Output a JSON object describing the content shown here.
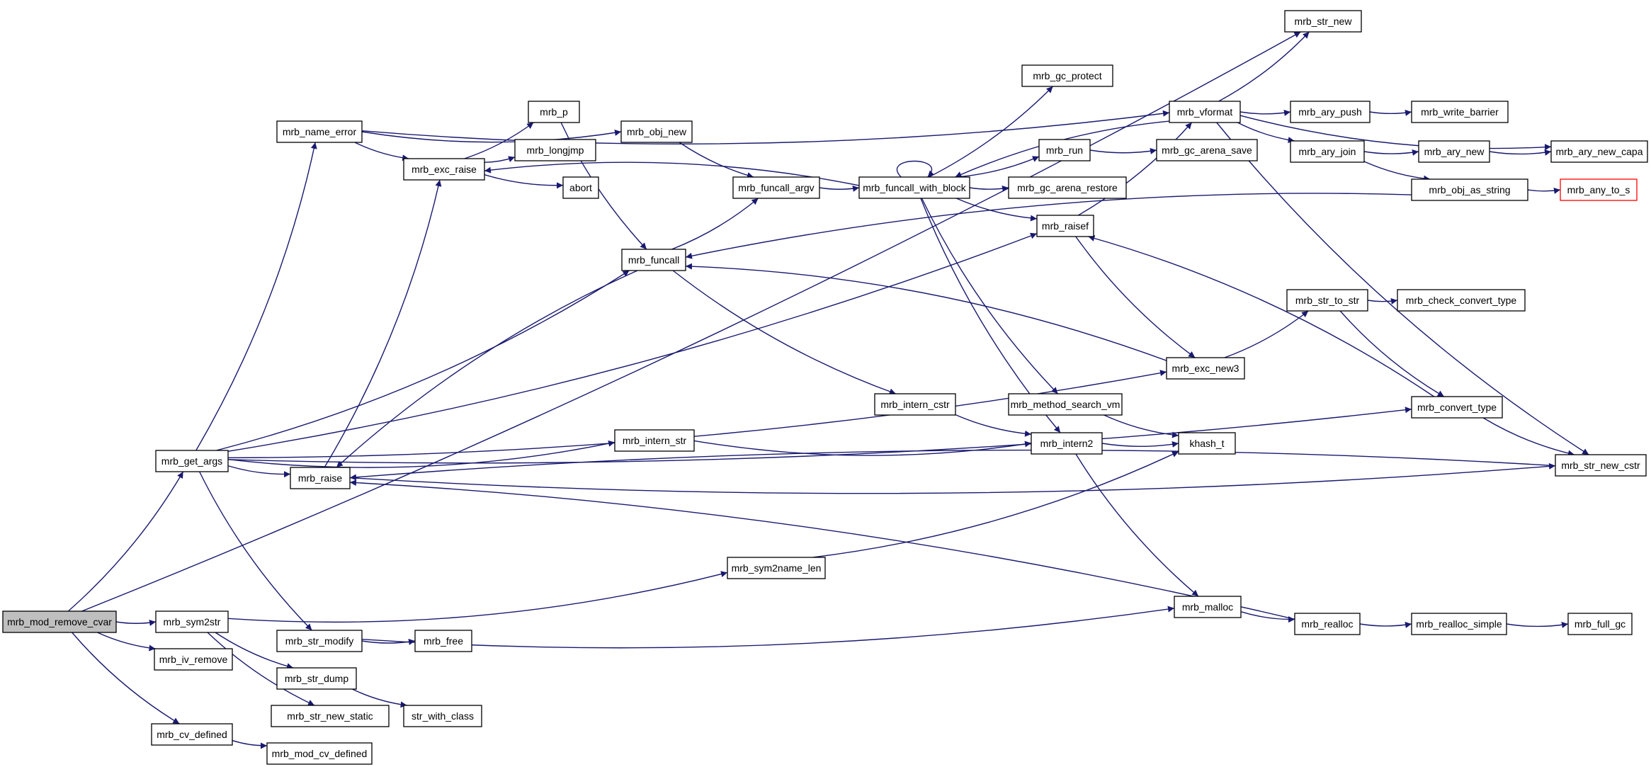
{
  "graph": {
    "type": "call-graph",
    "edge_color": "#191970",
    "root_fill": "#bfbfbf",
    "external_node_border": "#ff0000",
    "nodes": {
      "root": "mrb_mod_remove_cvar",
      "get_args": "mrb_get_args",
      "sym2str": "mrb_sym2str",
      "iv_remove": "mrb_iv_remove",
      "cv_defined": "mrb_cv_defined",
      "mod_cv_defined": "mrb_mod_cv_defined",
      "name_error": "mrb_name_error",
      "exc_raise": "mrb_exc_raise",
      "raise": "mrb_raise",
      "str_modify": "mrb_str_modify",
      "str_dump": "mrb_str_dump",
      "str_new_static": "mrb_str_new_static",
      "free": "mrb_free",
      "str_with_class": "str_with_class",
      "p": "mrb_p",
      "longjmp": "mrb_longjmp",
      "abort": "abort",
      "obj_new": "mrb_obj_new",
      "funcall": "mrb_funcall",
      "intern_str": "mrb_intern_str",
      "funcall_argv": "mrb_funcall_argv",
      "sym2name_len": "mrb_sym2name_len",
      "funcall_with_block": "mrb_funcall_with_block",
      "intern_cstr": "mrb_intern_cstr",
      "gc_protect": "mrb_gc_protect",
      "run": "mrb_run",
      "gc_arena_restore": "mrb_gc_arena_restore",
      "raisef": "mrb_raisef",
      "method_search_vm": "mrb_method_search_vm",
      "intern2": "mrb_intern2",
      "vformat": "mrb_vformat",
      "gc_arena_save": "mrb_gc_arena_save",
      "exc_new3": "mrb_exc_new3",
      "khash_t": "khash_t",
      "malloc": "mrb_malloc",
      "str_new": "mrb_str_new",
      "ary_push": "mrb_ary_push",
      "ary_join": "mrb_ary_join",
      "str_to_str": "mrb_str_to_str",
      "realloc": "mrb_realloc",
      "obj_as_string": "mrb_obj_as_string",
      "ary_new": "mrb_ary_new",
      "write_barrier": "mrb_write_barrier",
      "check_convert_type": "mrb_check_convert_type",
      "convert_type": "mrb_convert_type",
      "realloc_simple": "mrb_realloc_simple",
      "ary_new_capa": "mrb_ary_new_capa",
      "any_to_s": "mrb_any_to_s",
      "str_new_cstr": "mrb_str_new_cstr",
      "full_gc": "mrb_full_gc"
    },
    "edges": [
      [
        "root",
        "get_args"
      ],
      [
        "root",
        "sym2str"
      ],
      [
        "root",
        "iv_remove"
      ],
      [
        "root",
        "cv_defined"
      ],
      [
        "root",
        "str_new"
      ],
      [
        "get_args",
        "name_error"
      ],
      [
        "get_args",
        "funcall"
      ],
      [
        "get_args",
        "raisef"
      ],
      [
        "get_args",
        "exc_new3"
      ],
      [
        "get_args",
        "intern_str"
      ],
      [
        "get_args",
        "raise"
      ],
      [
        "get_args",
        "str_modify"
      ],
      [
        "get_args",
        "convert_type"
      ],
      [
        "sym2str",
        "sym2name_len"
      ],
      [
        "sym2str",
        "str_dump"
      ],
      [
        "sym2str",
        "str_new_static"
      ],
      [
        "cv_defined",
        "mod_cv_defined"
      ],
      [
        "name_error",
        "exc_raise"
      ],
      [
        "name_error",
        "obj_new"
      ],
      [
        "name_error",
        "vformat"
      ],
      [
        "exc_raise",
        "p"
      ],
      [
        "exc_raise",
        "longjmp"
      ],
      [
        "exc_raise",
        "abort"
      ],
      [
        "raise",
        "exc_raise"
      ],
      [
        "raise",
        "str_new_cstr"
      ],
      [
        "str_modify",
        "free"
      ],
      [
        "str_modify",
        "malloc"
      ],
      [
        "str_dump",
        "str_with_class"
      ],
      [
        "p",
        "funcall"
      ],
      [
        "obj_new",
        "funcall_argv"
      ],
      [
        "funcall",
        "funcall_argv"
      ],
      [
        "funcall",
        "raise"
      ],
      [
        "funcall",
        "intern_cstr"
      ],
      [
        "funcall_argv",
        "funcall_with_block"
      ],
      [
        "intern_str",
        "intern2"
      ],
      [
        "sym2name_len",
        "khash_t"
      ],
      [
        "funcall_with_block",
        "funcall_with_block"
      ],
      [
        "funcall_with_block",
        "gc_protect"
      ],
      [
        "funcall_with_block",
        "run"
      ],
      [
        "funcall_with_block",
        "gc_arena_restore"
      ],
      [
        "funcall_with_block",
        "raisef"
      ],
      [
        "funcall_with_block",
        "exc_raise"
      ],
      [
        "funcall_with_block",
        "method_search_vm"
      ],
      [
        "funcall_with_block",
        "intern2"
      ],
      [
        "intern_cstr",
        "intern2"
      ],
      [
        "run",
        "gc_arena_save"
      ],
      [
        "raisef",
        "vformat"
      ],
      [
        "raisef",
        "exc_new3"
      ],
      [
        "method_search_vm",
        "khash_t"
      ],
      [
        "intern2",
        "khash_t"
      ],
      [
        "intern2",
        "malloc"
      ],
      [
        "vformat",
        "str_new"
      ],
      [
        "vformat",
        "ary_push"
      ],
      [
        "vformat",
        "ary_join"
      ],
      [
        "vformat",
        "ary_new_capa"
      ],
      [
        "vformat",
        "str_new_cstr"
      ],
      [
        "vformat",
        "funcall_with_block"
      ],
      [
        "exc_new3",
        "funcall"
      ],
      [
        "exc_new3",
        "str_to_str"
      ],
      [
        "malloc",
        "realloc"
      ],
      [
        "ary_push",
        "write_barrier"
      ],
      [
        "ary_join",
        "ary_new"
      ],
      [
        "ary_join",
        "obj_as_string"
      ],
      [
        "ary_new",
        "ary_new_capa"
      ],
      [
        "str_to_str",
        "check_convert_type"
      ],
      [
        "str_to_str",
        "convert_type"
      ],
      [
        "realloc",
        "realloc_simple"
      ],
      [
        "realloc",
        "raise"
      ],
      [
        "obj_as_string",
        "any_to_s"
      ],
      [
        "obj_as_string",
        "funcall"
      ],
      [
        "convert_type",
        "raisef"
      ],
      [
        "convert_type",
        "str_new_cstr"
      ],
      [
        "str_new_cstr",
        "raise"
      ],
      [
        "realloc_simple",
        "full_gc"
      ]
    ]
  }
}
